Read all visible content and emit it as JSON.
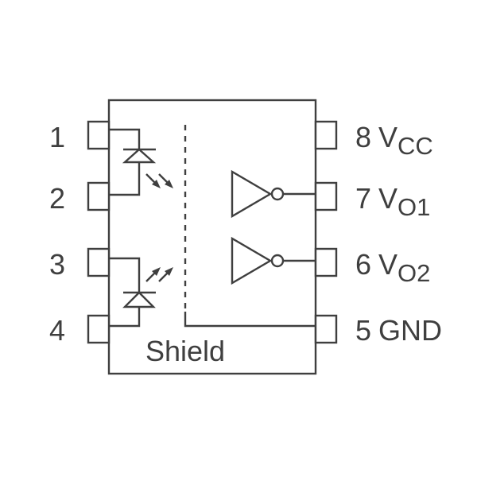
{
  "pins_left": [
    {
      "number": "1"
    },
    {
      "number": "2"
    },
    {
      "number": "3"
    },
    {
      "number": "4"
    }
  ],
  "pins_right": [
    {
      "number": "8",
      "label": "V",
      "subscript": "CC"
    },
    {
      "number": "7",
      "label": "V",
      "subscript": "O1"
    },
    {
      "number": "6",
      "label": "V",
      "subscript": "O2"
    },
    {
      "number": "5",
      "label": "GND",
      "subscript": ""
    }
  ],
  "shield_label": "Shield",
  "colors": {
    "ink": "#3f3f3f",
    "background": "#ffffff"
  }
}
